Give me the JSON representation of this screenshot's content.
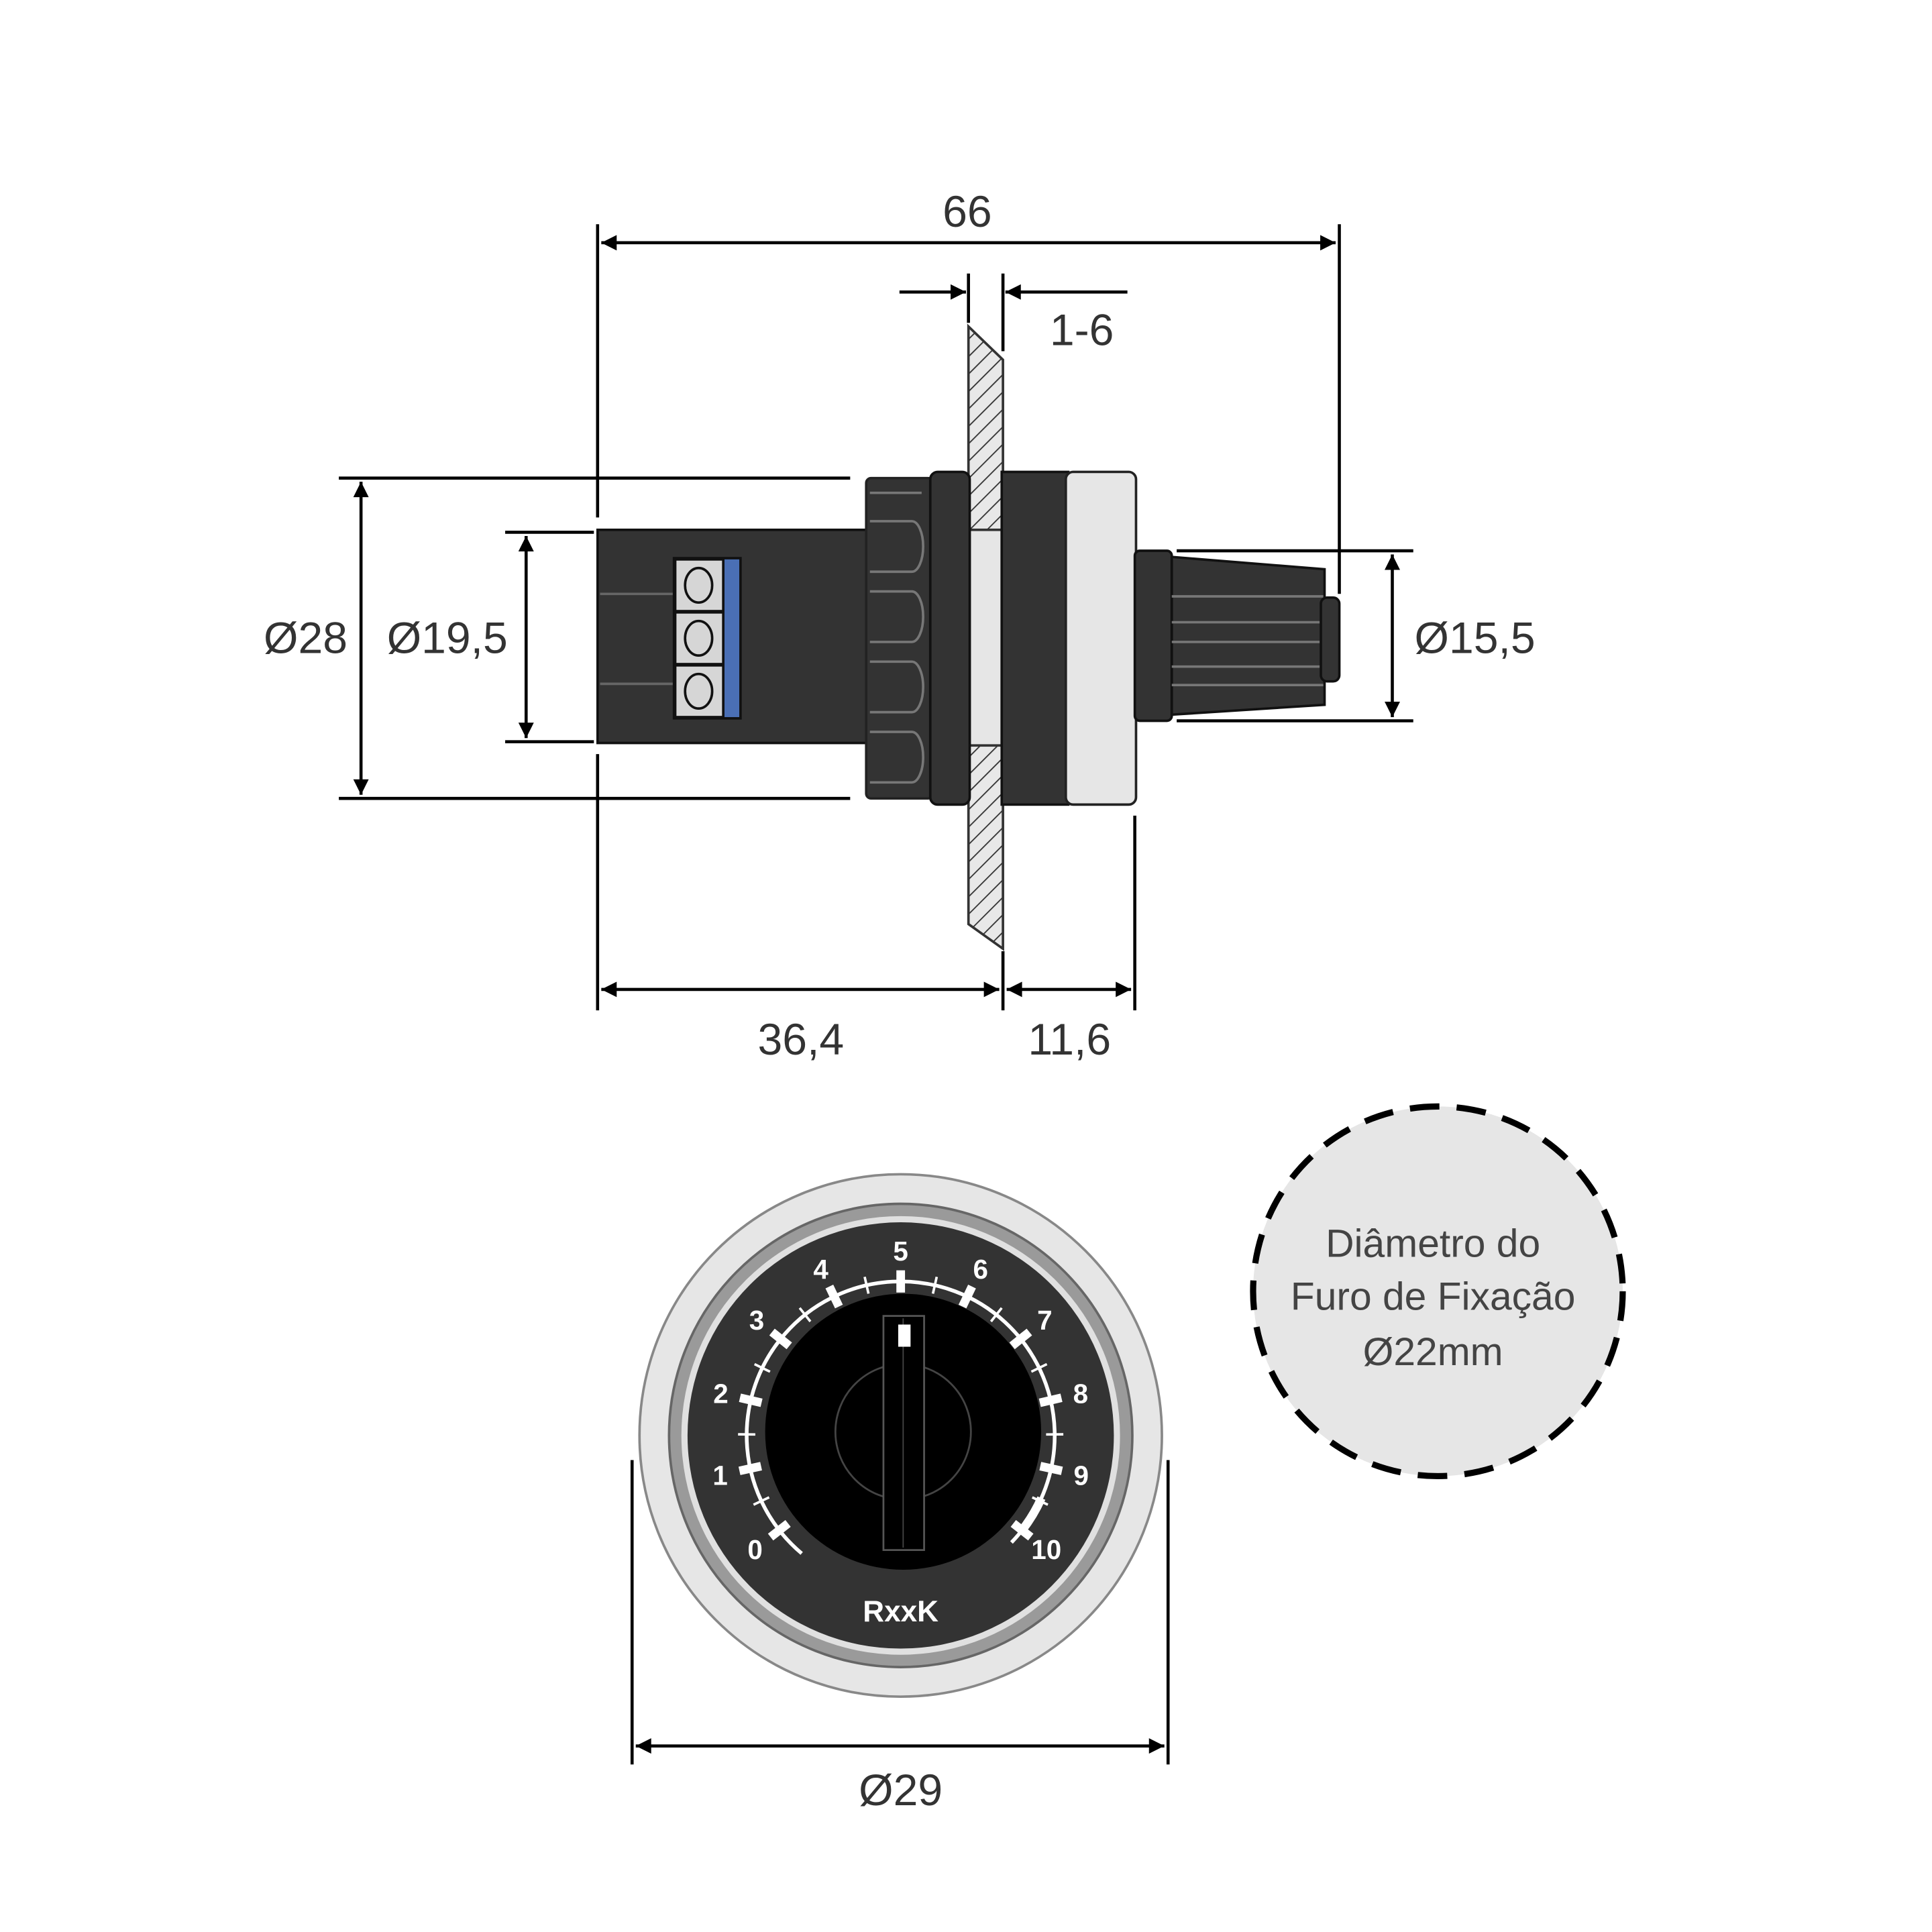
{
  "dimensions": {
    "overall_length": "66",
    "panel_thickness": "1-6",
    "body_diameter": "Ø28",
    "rear_diameter": "Ø19,5",
    "knob_diameter": "Ø15,5",
    "rear_length": "36,4",
    "front_length": "11,6",
    "front_diameter": "Ø29"
  },
  "dial": {
    "scale_labels": [
      "0",
      "1",
      "2",
      "3",
      "4",
      "5",
      "6",
      "7",
      "8",
      "9",
      "10"
    ],
    "legend": "RxxK"
  },
  "mounting_hole": {
    "line1": "Diâmetro do",
    "line2": "Furo de Fixação",
    "line3": "Ø22mm"
  },
  "colors": {
    "body": "#333333",
    "light_ring": "#e6e6e6",
    "terminal_blue": "#4a6fb5",
    "hole_fill": "#e6e6e6"
  }
}
